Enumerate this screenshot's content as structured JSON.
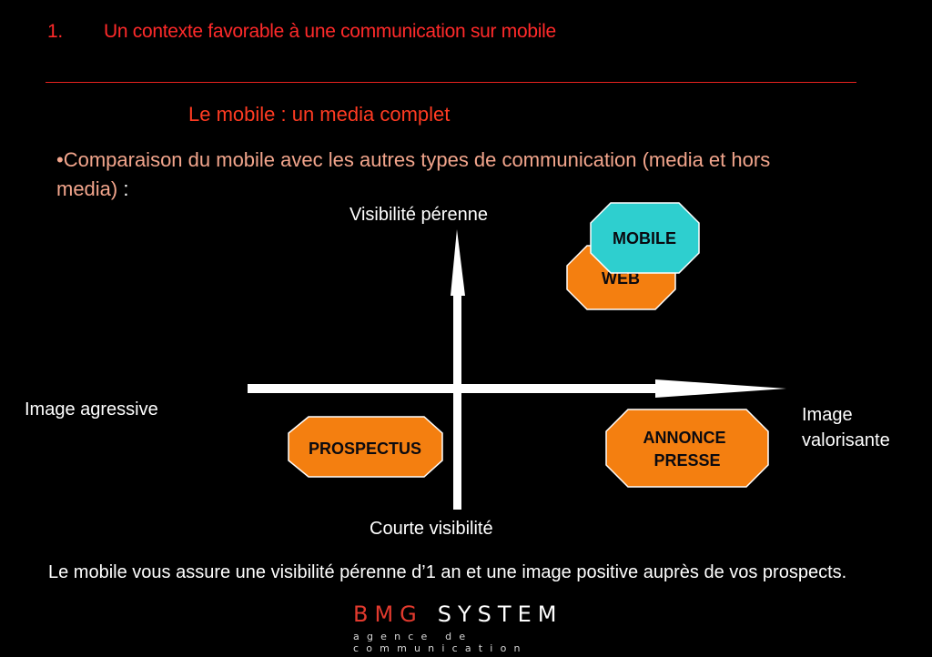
{
  "heading": {
    "number": "1.",
    "text": "Un contexte favorable à une communication sur mobile"
  },
  "subtitle": "Le mobile : un media complet",
  "bullet": {
    "marker": "•",
    "text": "Comparaison du mobile avec les autres types de communication (media et hors media)",
    "suffix": " :"
  },
  "axes": {
    "top": "Visibilité pérenne",
    "bottom": "Courte visibilité",
    "left": "Image agressive",
    "right_line1": "Image",
    "right_line2": "valorisante"
  },
  "nodes": {
    "mobile": {
      "label": "MOBILE",
      "color": "#2ecfcf"
    },
    "web": {
      "label": "WEB",
      "color": "#f47f10"
    },
    "prospectus": {
      "label": "PROSPECTUS",
      "color": "#f47f10"
    },
    "annonce": {
      "line1": "ANNONCE",
      "line2": "PRESSE",
      "color": "#f47f10"
    }
  },
  "footer": "Le mobile vous assure une visibilité pérenne d’1 an et une image positive auprès de vos prospects.",
  "logo": {
    "brand_red": "BMG",
    "brand_white": "SYSTEM",
    "tagline": "agence de communication"
  },
  "colors": {
    "heading": "#ff2a2a",
    "background": "#000000",
    "orange": "#f47f10",
    "cyan": "#2ecfcf"
  }
}
